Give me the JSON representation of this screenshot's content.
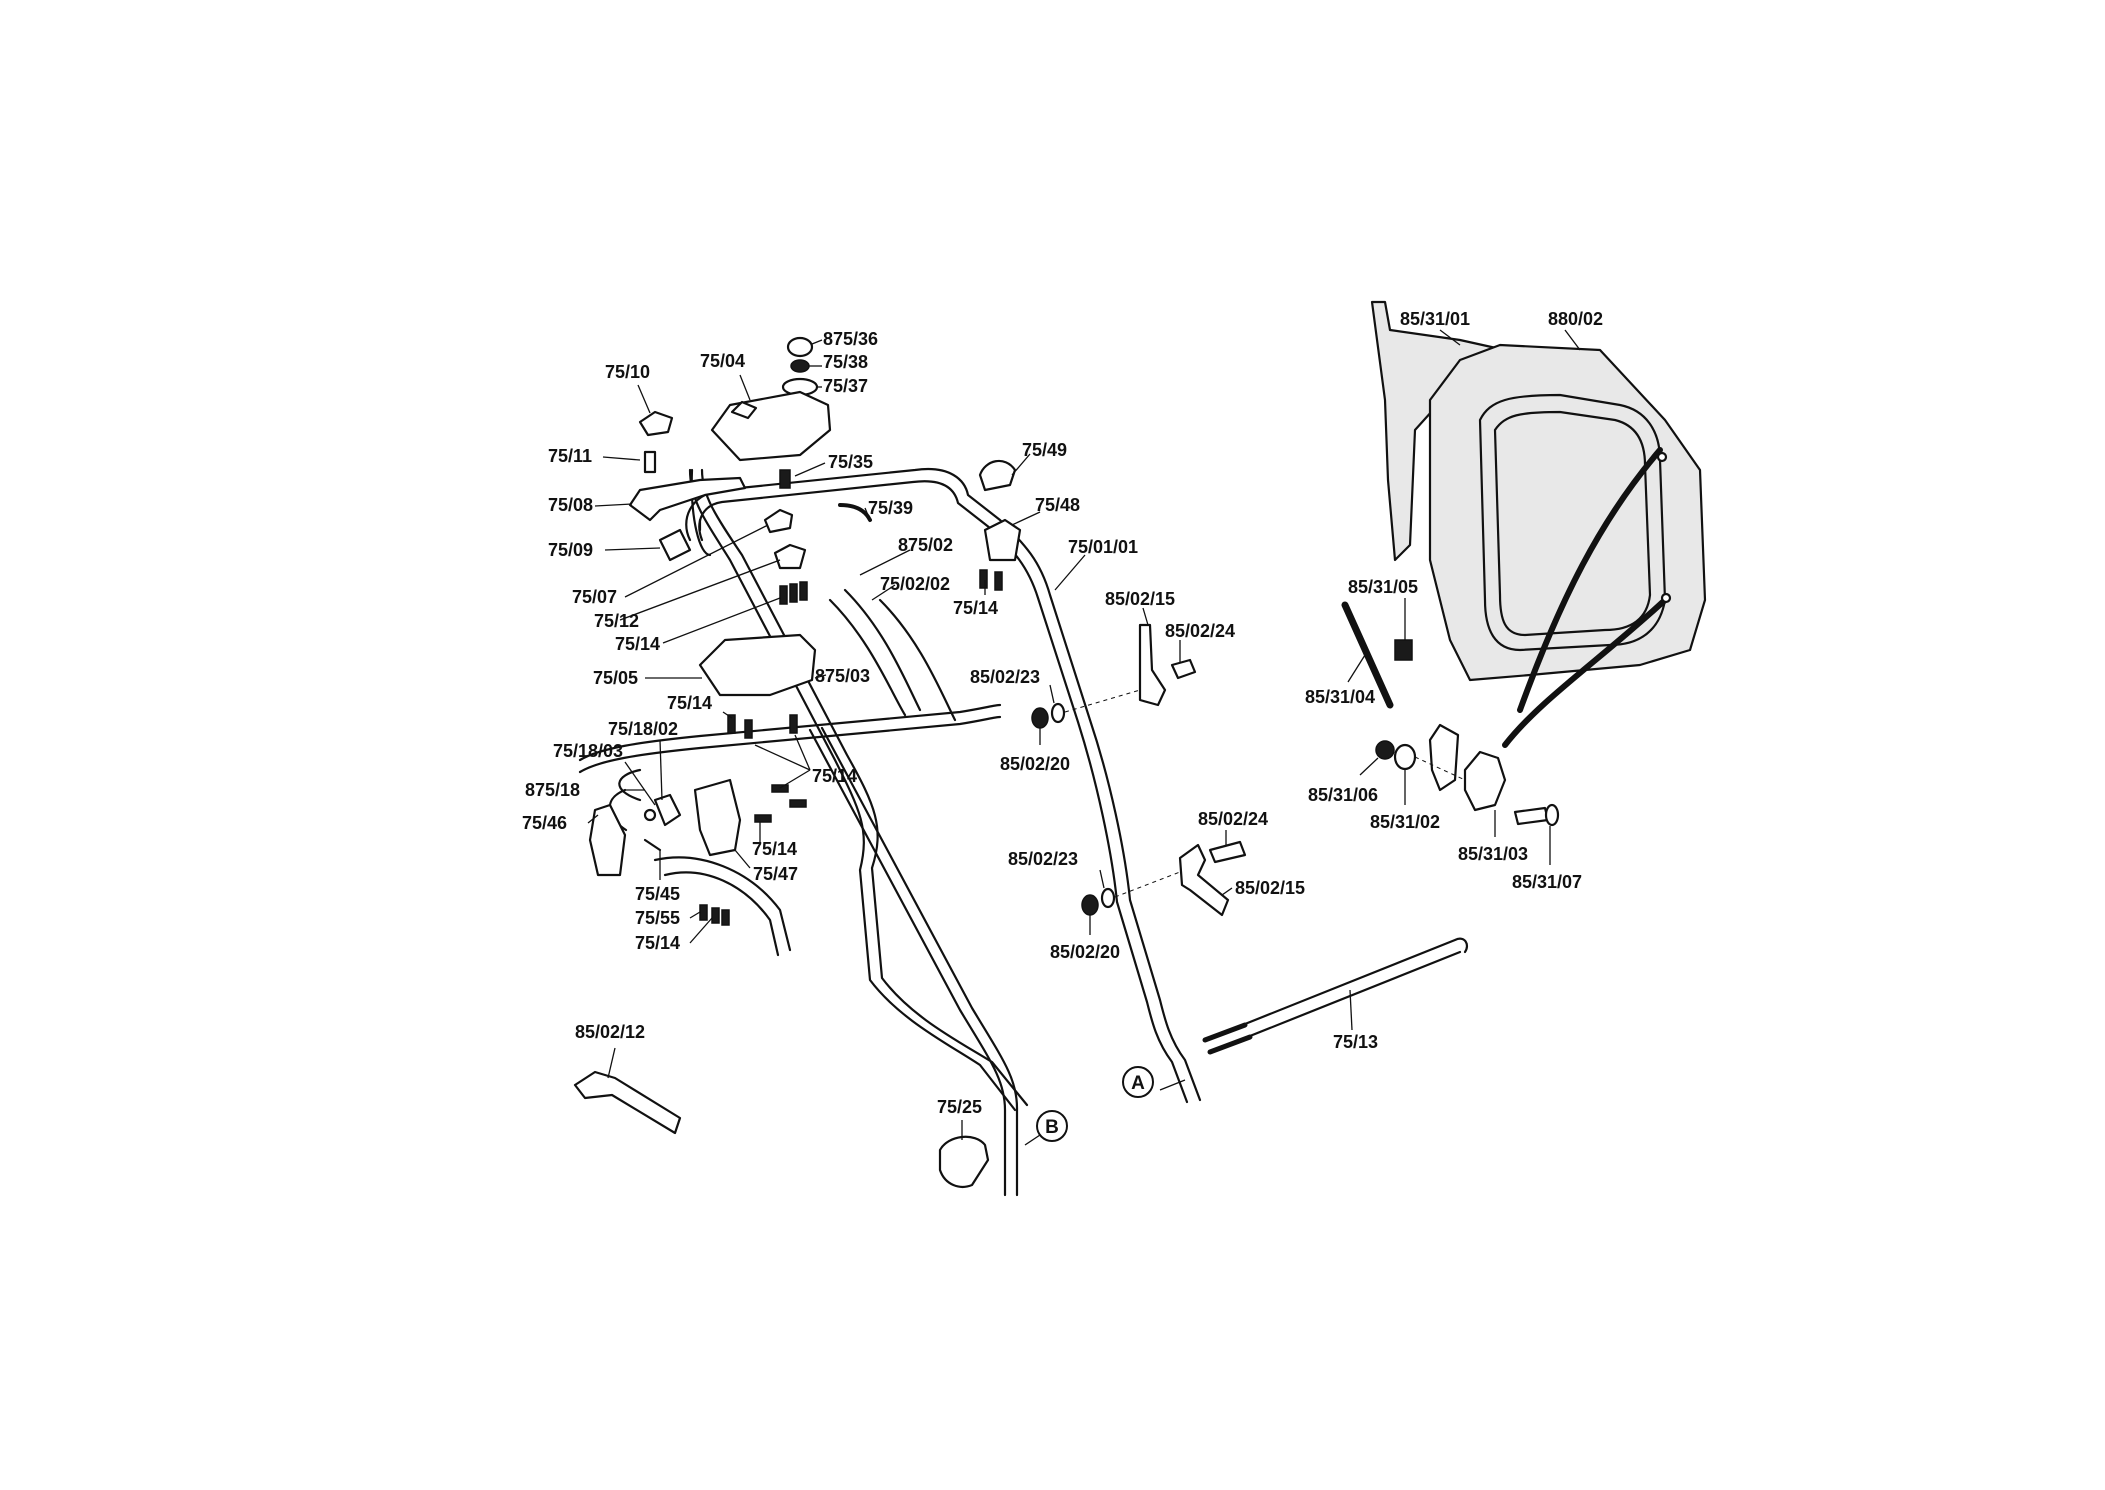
{
  "diagram": {
    "labels": {
      "l_875_36": "875/36",
      "l_75_38": "75/38",
      "l_75_37": "75/37",
      "l_75_04": "75/04",
      "l_75_10": "75/10",
      "l_75_11": "75/11",
      "l_75_35": "75/35",
      "l_75_08": "75/08",
      "l_75_09": "75/09",
      "l_75_39": "75/39",
      "l_75_07": "75/07",
      "l_75_12": "75/12",
      "l_75_14_a": "75/14",
      "l_75_05": "75/05",
      "l_875_03": "875/03",
      "l_875_02": "875/02",
      "l_75_02_02": "75/02/02",
      "l_75_49": "75/49",
      "l_75_48": "75/48",
      "l_75_14_b": "75/14",
      "l_75_01_01": "75/01/01",
      "l_85_02_15_a": "85/02/15",
      "l_85_02_24_a": "85/02/24",
      "l_85_02_23_a": "85/02/23",
      "l_85_02_20_a": "85/02/20",
      "l_75_14_c": "75/14",
      "l_75_18_02": "75/18/02",
      "l_75_18_03": "75/18/03",
      "l_75_14_d": "75/14",
      "l_875_18": "875/18",
      "l_75_46": "75/46",
      "l_75_14_e": "75/14",
      "l_75_47": "75/47",
      "l_75_45": "75/45",
      "l_75_55": "75/55",
      "l_75_14_f": "75/14",
      "l_85_02_24_b": "85/02/24",
      "l_85_02_23_b": "85/02/23",
      "l_85_02_15_b": "85/02/15",
      "l_85_02_20_b": "85/02/20",
      "l_85_02_12": "85/02/12",
      "l_75_25": "75/25",
      "l_75_13": "75/13",
      "l_85_31_01": "85/31/01",
      "l_880_02": "880/02",
      "l_85_31_05": "85/31/05",
      "l_85_31_04": "85/31/04",
      "l_85_31_06": "85/31/06",
      "l_85_31_02": "85/31/02",
      "l_85_31_03": "85/31/03",
      "l_85_31_07": "85/31/07"
    },
    "markers": {
      "a": "A",
      "b": "B"
    }
  }
}
